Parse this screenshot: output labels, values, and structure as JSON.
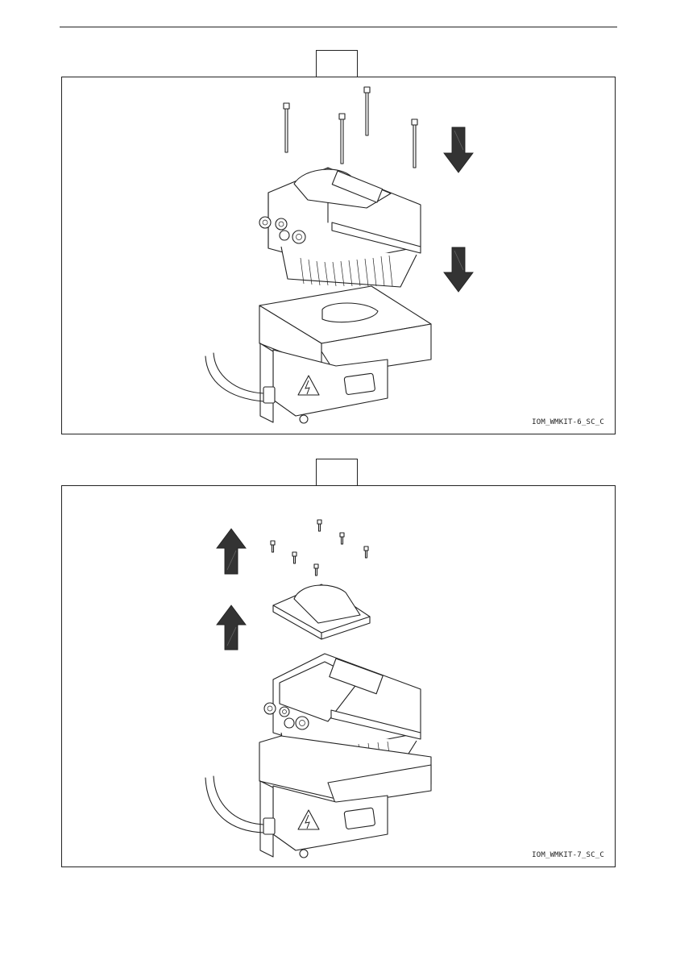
{
  "figures": [
    {
      "code": "IOM_WMKIT-6_SC_C",
      "arrow_direction": "down"
    },
    {
      "code": "IOM_WMKIT-7_SC_C",
      "arrow_direction": "up"
    }
  ],
  "icons": [
    "bolt-warning-icon",
    "arrow-down-icon",
    "arrow-up-icon",
    "screw-icon",
    "cable-gland-icon"
  ]
}
